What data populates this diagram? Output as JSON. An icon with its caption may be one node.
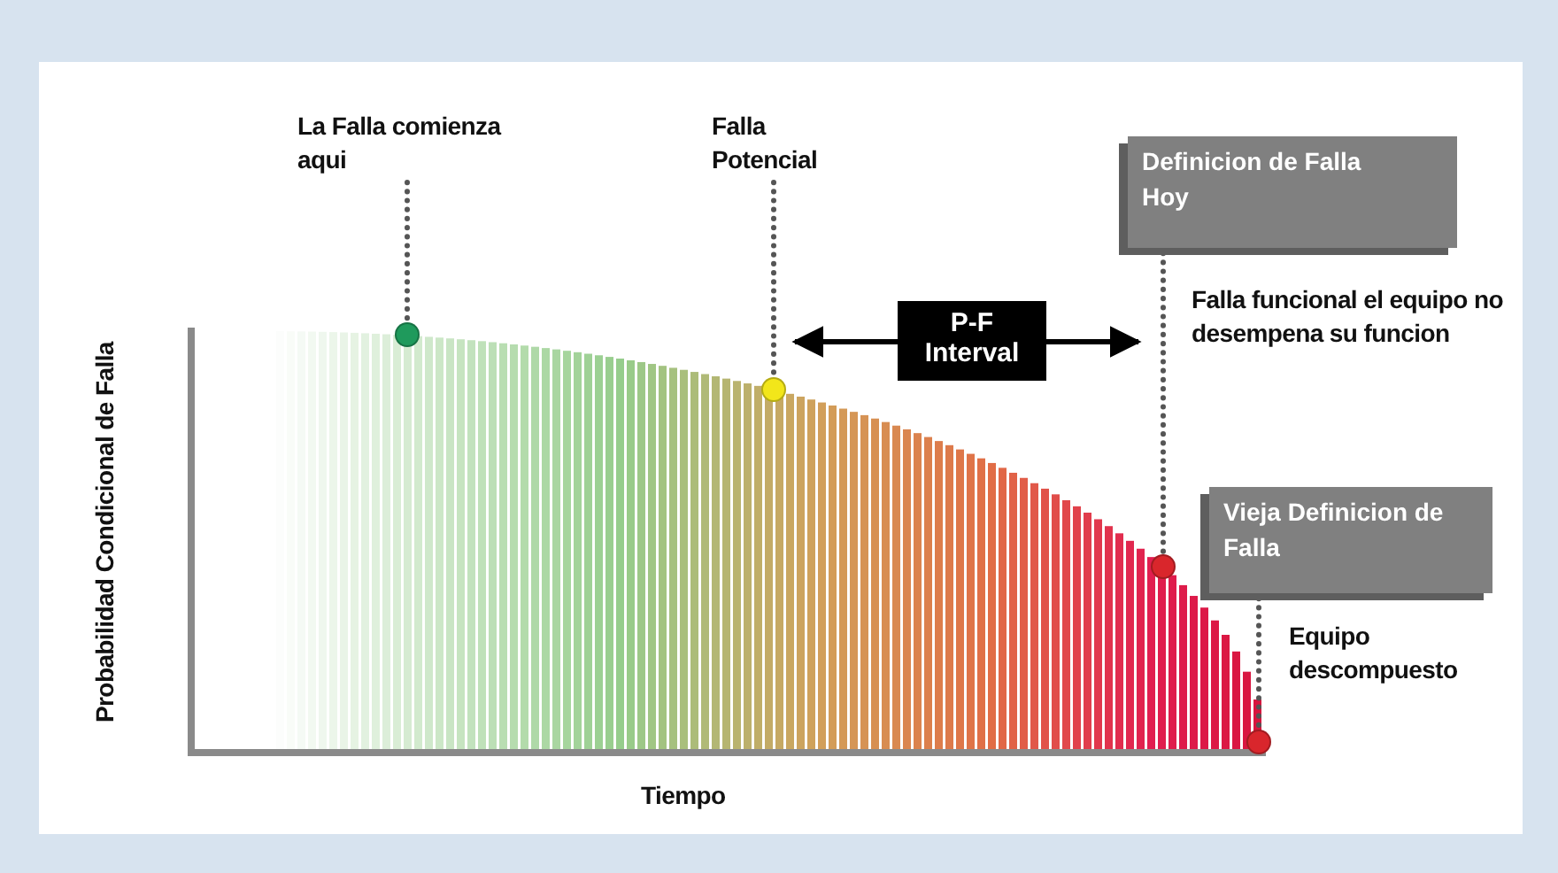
{
  "diagram": {
    "nodes": [
      {
        "text": [
          "La Falla comienza aqui"
        ]
      },
      {
        "text": [],
        "shape": "circle"
      },
      {
        "text": [
          "Falla Potencial"
        ]
      },
      {
        "text": [],
        "shape": "circle"
      },
      {
        "text": [
          "P-F Interval"
        ]
      },
      {
        "text": [
          "Definicion de Falla Hoy"
        ]
      },
      {
        "text": [],
        "shape": "circle"
      },
      {
        "text": [
          "Vieja Definicion de Falla"
        ]
      },
      {
        "text": [],
        "shape": "circle"
      }
    ],
    "edges": [
      {
        "from": 0,
        "to": 1,
        "arrow": "none",
        "style": "dashed"
      },
      {
        "from": 2,
        "to": 3,
        "arrow": "none",
        "style": "dashed"
      },
      {
        "from": 5,
        "to": 6,
        "arrow": "none",
        "style": "dashed"
      },
      {
        "from": 7,
        "to": 8,
        "arrow": "none",
        "style": "dashed"
      }
    ],
    "labels": [
      "Falla funcional el equipo no desempena su funcion",
      "Equipo descompuesto",
      "Probabilidad Condicional de Falla",
      "Tiempo"
    ]
  }
}
